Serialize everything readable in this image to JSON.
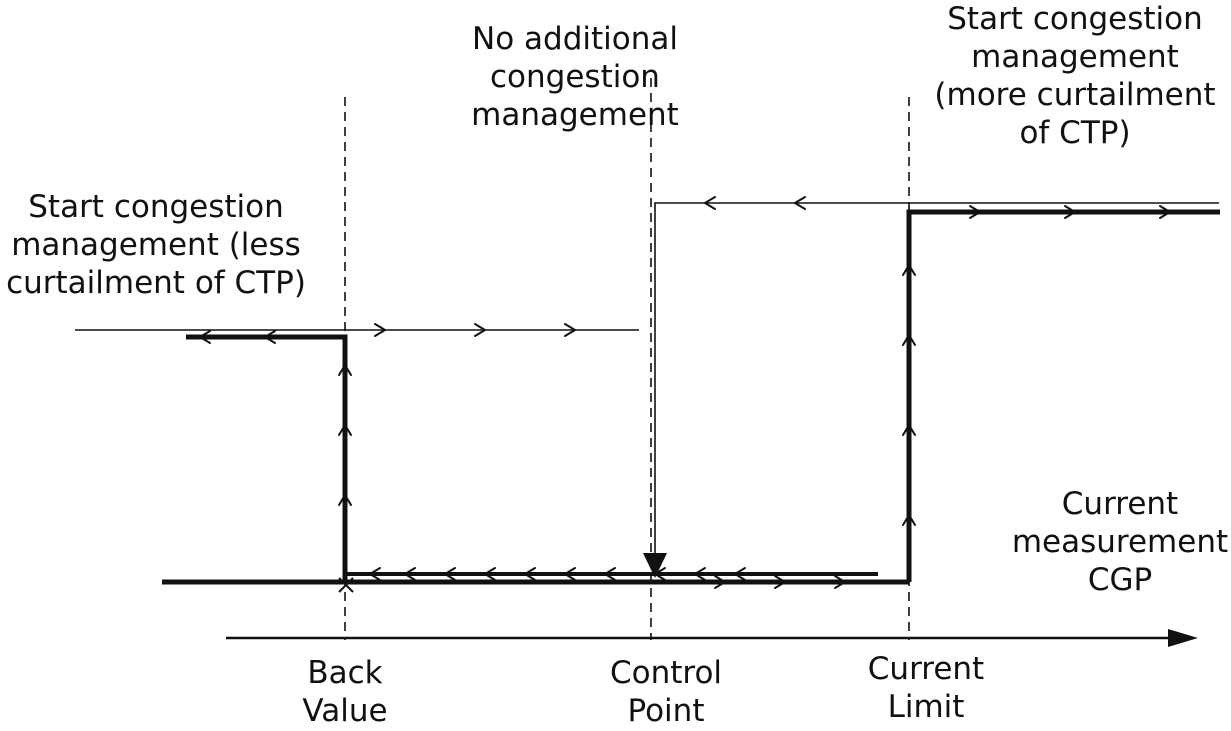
{
  "colors": {
    "line": "#111111",
    "background": "#ffffff"
  },
  "labels": {
    "left_state": [
      "Start congestion",
      "management (less",
      "curtailment of CTP)"
    ],
    "middle_state": [
      "No additional",
      "congestion",
      "management"
    ],
    "right_state": [
      "Start congestion",
      "management",
      "(more curtailment",
      "of CTP)"
    ],
    "axis_title": [
      "Current",
      "measurement",
      "CGP"
    ],
    "back_value": [
      "Back",
      "Value"
    ],
    "control_point": [
      "Control",
      "Point"
    ],
    "current_limit": [
      "Current",
      "Limit"
    ]
  }
}
